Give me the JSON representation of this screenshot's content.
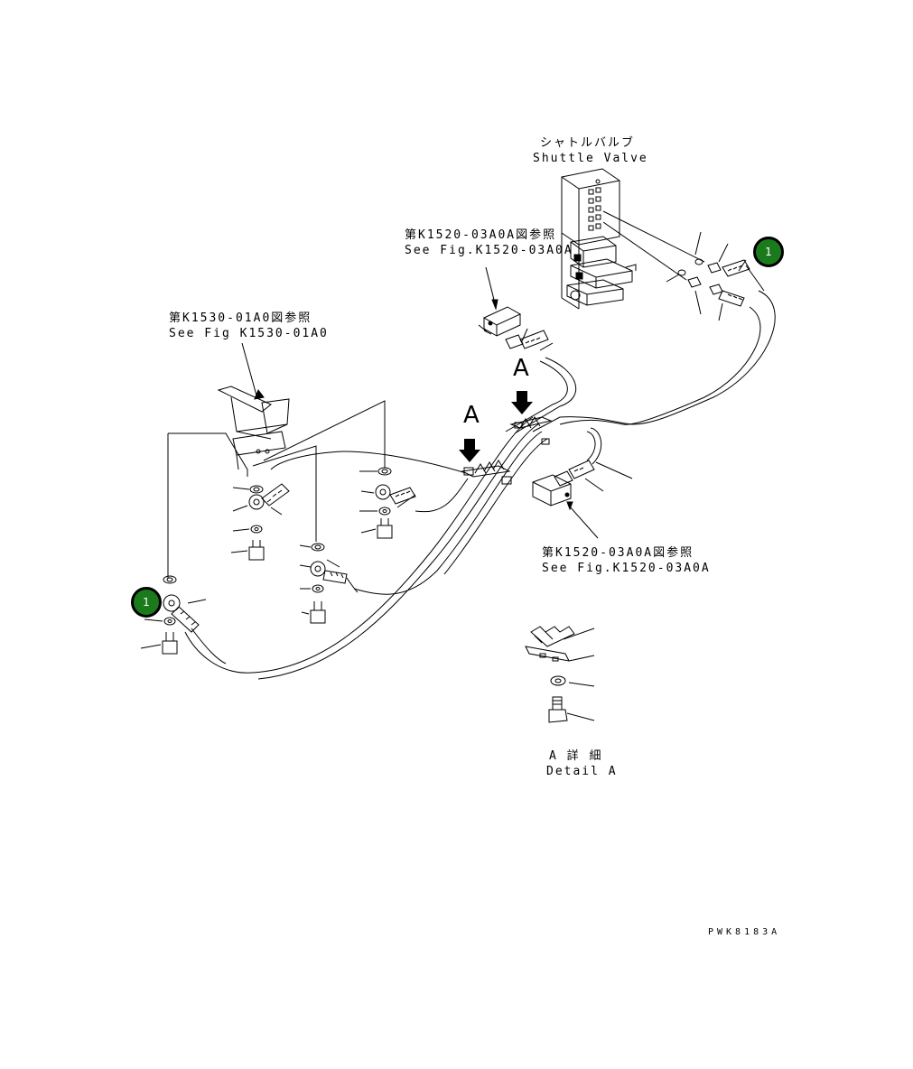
{
  "labels": {
    "shuttle_valve_jp": "シャトルバルブ",
    "shuttle_valve_en": "Shuttle Valve",
    "ref_k1520_top_jp": "第K1520-03A0A図参照",
    "ref_k1520_top_en": "See Fig.K1520-03A0A",
    "ref_k1530_jp": "第K1530-01A0図参照",
    "ref_k1530_en": "See Fig K1530-01A0",
    "ref_k1520_bottom_jp": "第K1520-03A0A図参照",
    "ref_k1520_bottom_en": "See Fig.K1520-03A0A",
    "view_a_left": "A",
    "view_a_right": "A",
    "detail_a_jp": "A 詳 細",
    "detail_a_en": "Detail A",
    "drawing_number": "PWK8183A"
  },
  "callouts": [
    {
      "id": "callout-right",
      "text": "1",
      "color": "#1b7a1b"
    },
    {
      "id": "callout-left",
      "text": "1",
      "color": "#1b7a1b"
    }
  ]
}
